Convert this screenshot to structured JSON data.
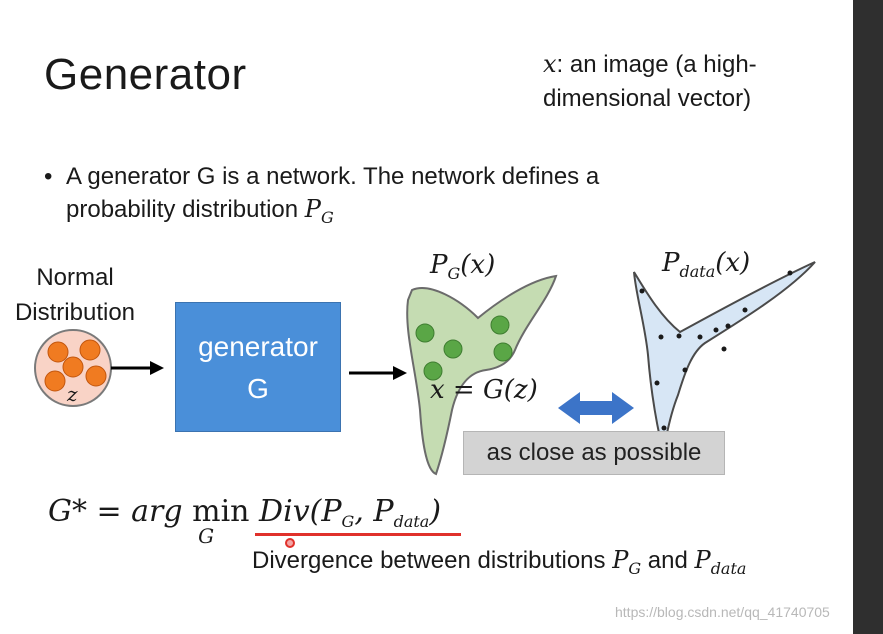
{
  "slide": {
    "title": "Generator",
    "note_var": "x",
    "note_line1": ": an image (a high-",
    "note_line2": "dimensional vector)",
    "bullet_text": "A generator G is a network. The network defines a probability distribution ",
    "bullet_P": "P",
    "bullet_sub": "G",
    "normal_label_1": "Normal",
    "normal_label_2": "Distribution",
    "z_label": "z",
    "generator_line1": "generator",
    "generator_line2": "G",
    "pg_P": "P",
    "pg_sub": "G",
    "pg_arg": "(x)",
    "pdata_P": "P",
    "pdata_sub": "data",
    "pdata_arg": "(x)",
    "xg_label": "x = G(z)",
    "close_label": "as close as possible",
    "formula_left": "G* = arg ",
    "formula_min": "min",
    "formula_min_sub": "G",
    "formula_right": " Div(P",
    "formula_sub1": "G",
    "formula_mid": ", P",
    "formula_sub2": "data",
    "formula_end": ")",
    "divergence_text": "Divergence between distributions ",
    "divergence_P1": "P",
    "divergence_sub1": "G",
    "divergence_and": " and ",
    "divergence_P2": "P",
    "divergence_sub2": "data",
    "watermark": "https://blog.csdn.net/qq_41740705"
  },
  "colors": {
    "generator_box": "#4a8fd9",
    "green_shape": "#c5dcb2",
    "green_dots": "#5aa646",
    "blue_shape": "#d7e6f5",
    "orange_dots": "#f07b21",
    "circle_fill": "#f9d3c6",
    "arrow_blue": "#3c74c8",
    "underline_red": "#e0312b",
    "close_box": "#d3d3d3"
  }
}
